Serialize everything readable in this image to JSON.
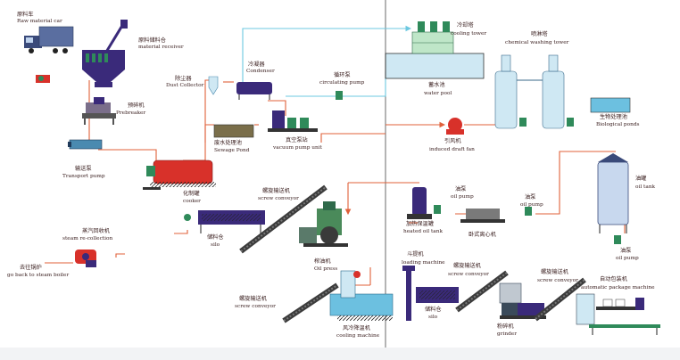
{
  "labels": {
    "raw_car_cn": "原料车",
    "raw_car_en": "Raw material car",
    "receiver_cn": "原料储料仓",
    "receiver_en": "material receiver",
    "prebreaker_cn": "预碎机",
    "prebreaker_en": "Prebreaker",
    "transport_cn": "输送泵",
    "transport_en": "Transport pump",
    "dust_cn": "除尘器",
    "dust_en": "Dust Collector",
    "condenser_cn": "冷凝器",
    "condenser_en": "Condenser",
    "circ_pump_cn": "循环泵",
    "circ_pump_en": "circulating pump",
    "cooling_tower_cn": "冷却塔",
    "cooling_tower_en": "cooling tower",
    "water_pool_cn": "蓄水池",
    "water_pool_en": "water pool",
    "chem_tower_cn": "喷淋塔",
    "chem_tower_en": "chemical washing tower",
    "bio_cn": "生物处理池",
    "bio_en": "Biological ponds",
    "sewage_cn": "废水处理池",
    "sewage_en": "Sewage Pond",
    "vacuum_cn": "真空泵站",
    "vacuum_en": "vacuum pump unit",
    "fan_cn": "引风机",
    "fan_en": "induced draft fan",
    "cooker_cn": "化制罐",
    "cooker_en": "cooker",
    "screw1_cn": "螺旋输送机",
    "screw1_en": "screw conveyor",
    "silo1_cn": "储料仓",
    "silo1_en": "silo",
    "steam_cn": "蒸汽回收机",
    "steam_en": "steam re-collection",
    "boiler_cn": "去往锅炉",
    "boiler_en": "go back to steam boiler",
    "oilpress_cn": "榨油机",
    "oilpress_en": "Oil press",
    "oilpump1_cn": "油泵",
    "oilpump1_en": "oil pump",
    "heated_cn": "加热保温罐",
    "heated_en": "heated oil tank",
    "centrifuge_cn": "卧式离心机",
    "oilpump2_cn": "油泵",
    "oilpump2_en": "oil pump",
    "oiltank_cn": "油罐",
    "oiltank_en": "oil tank",
    "oilpump3_cn": "油泵",
    "oilpump3_en": "oil pump",
    "loading_cn": "斗提机",
    "loading_en": "loading machine",
    "screw2_cn": "螺旋输送机",
    "screw2_en": "screw conveyor",
    "screw3_cn": "螺旋输送机",
    "screw3_en": "screw conveyor",
    "pack_cn": "自动包装机",
    "pack_en": "automatic package machine",
    "screw4_cn": "螺旋输送机",
    "screw4_en": "screw conveyor",
    "silo2_cn": "储料仓",
    "silo2_en": "silo",
    "grinder_cn": "粉碎机",
    "grinder_en": "grinder",
    "coolmach_cn": "风冷降温机",
    "coolmach_en": "cooling machine"
  },
  "colors": {
    "equipment": "#3a2a7a",
    "steam_line": "#e0603a",
    "water_line": "#6cc8e0",
    "pump_green": "#2f8a5a",
    "tower_blue": "#cfe8f3",
    "cooker_red": "#d8312a",
    "conveyor": "#3c3c3c"
  }
}
